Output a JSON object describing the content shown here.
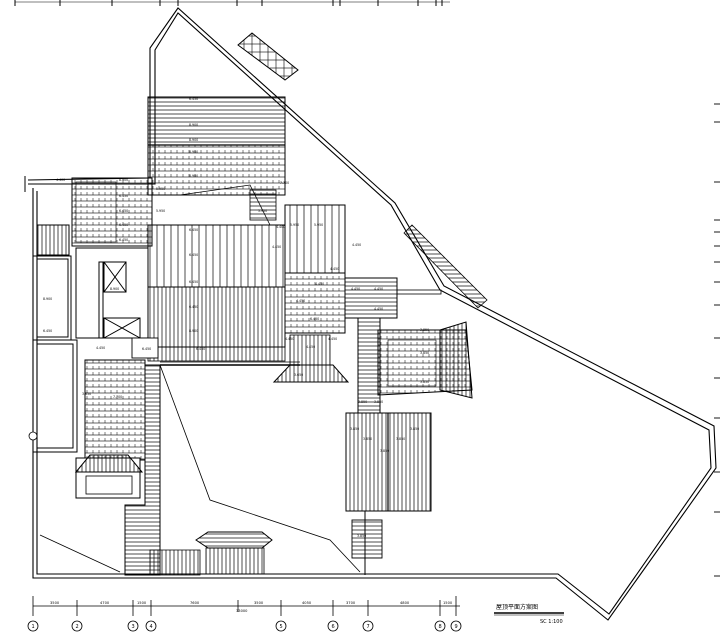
{
  "drawing": {
    "title": "屋顶平面方案图",
    "scale": "SC 1:100"
  },
  "dimensions": {
    "segments": [
      "3500",
      "4700",
      "1500",
      "7600",
      "3500",
      "4050",
      "3700",
      "4800",
      "1500"
    ],
    "overall": "33000"
  },
  "grid_axes": [
    "1",
    "2",
    "3",
    "4",
    "5",
    "6",
    "7",
    "8",
    "9"
  ],
  "elevation_labels": {
    "e01": "6.450",
    "e02": "8.900",
    "e03": "8.900",
    "e04": "8.900",
    "e05": "8.900",
    "e06": "4.400",
    "e07": "8.900",
    "e08": "6.450",
    "e09": "6.450",
    "e10": "6.450",
    "e11": "5.950",
    "e12": "5.950",
    "e13": "6.450",
    "e14": "6.450",
    "e15": "6.450",
    "e16": "6.450",
    "e17": "6.450",
    "e18": "8.900",
    "e19": "8.900",
    "e20": "6.450",
    "e21": "8.900",
    "e22": "4.450",
    "e23": "6.450",
    "e24": "6.450",
    "e25": "7.700",
    "e26": "5.950",
    "e27": "4.400",
    "e28": "5.950",
    "e29": "5.950",
    "e30": "4.450",
    "e31": "4.450",
    "e32": "4.450",
    "e33": "4.450",
    "e34": "6.450",
    "e35": "4.450",
    "e36": "4.450",
    "e37": "4.450",
    "e38": "3.650",
    "e39": "4.450",
    "e40": "4.450",
    "e41": "4.450",
    "e42": "4.450",
    "e43": "3.850",
    "e44": "3.850",
    "e45": "3.850",
    "e46": "3.850",
    "e47": "3.850",
    "e48": "3.850",
    "e49": "3.850",
    "e50": "3.850",
    "e51": "3.850",
    "e52": "3.850",
    "e53": "3.850",
    "e54": "7.700",
    "e55": "3.850"
  }
}
